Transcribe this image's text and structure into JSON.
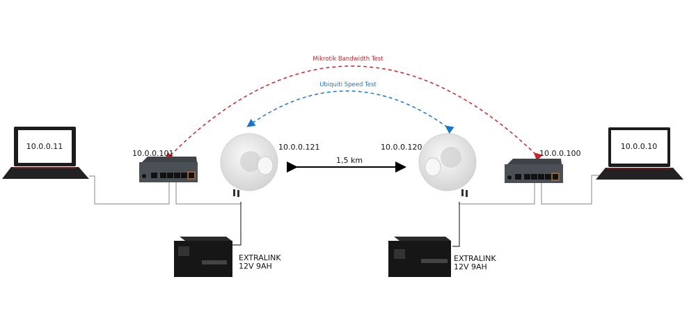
{
  "tests": {
    "mikrotik": {
      "label": "Mikrotik Bandwidth Test",
      "color": "#c4262e"
    },
    "ubiquiti": {
      "label": "Ubiquiti Speed Test",
      "color": "#1b74cc"
    }
  },
  "link": {
    "distance": "1,5 km"
  },
  "left": {
    "laptop_ip": "10.0.0.11",
    "router_ip": "10.0.0.101",
    "antenna_ip": "10.0.0.121",
    "battery": {
      "brand": "EXTRALINK",
      "spec": "12V 9AH"
    }
  },
  "right": {
    "laptop_ip": "10.0.0.10",
    "router_ip": "10.0.0.100",
    "antenna_ip": "10.0.0.120",
    "battery": {
      "brand": "EXTRALINK",
      "spec": "12V 9AH"
    }
  }
}
